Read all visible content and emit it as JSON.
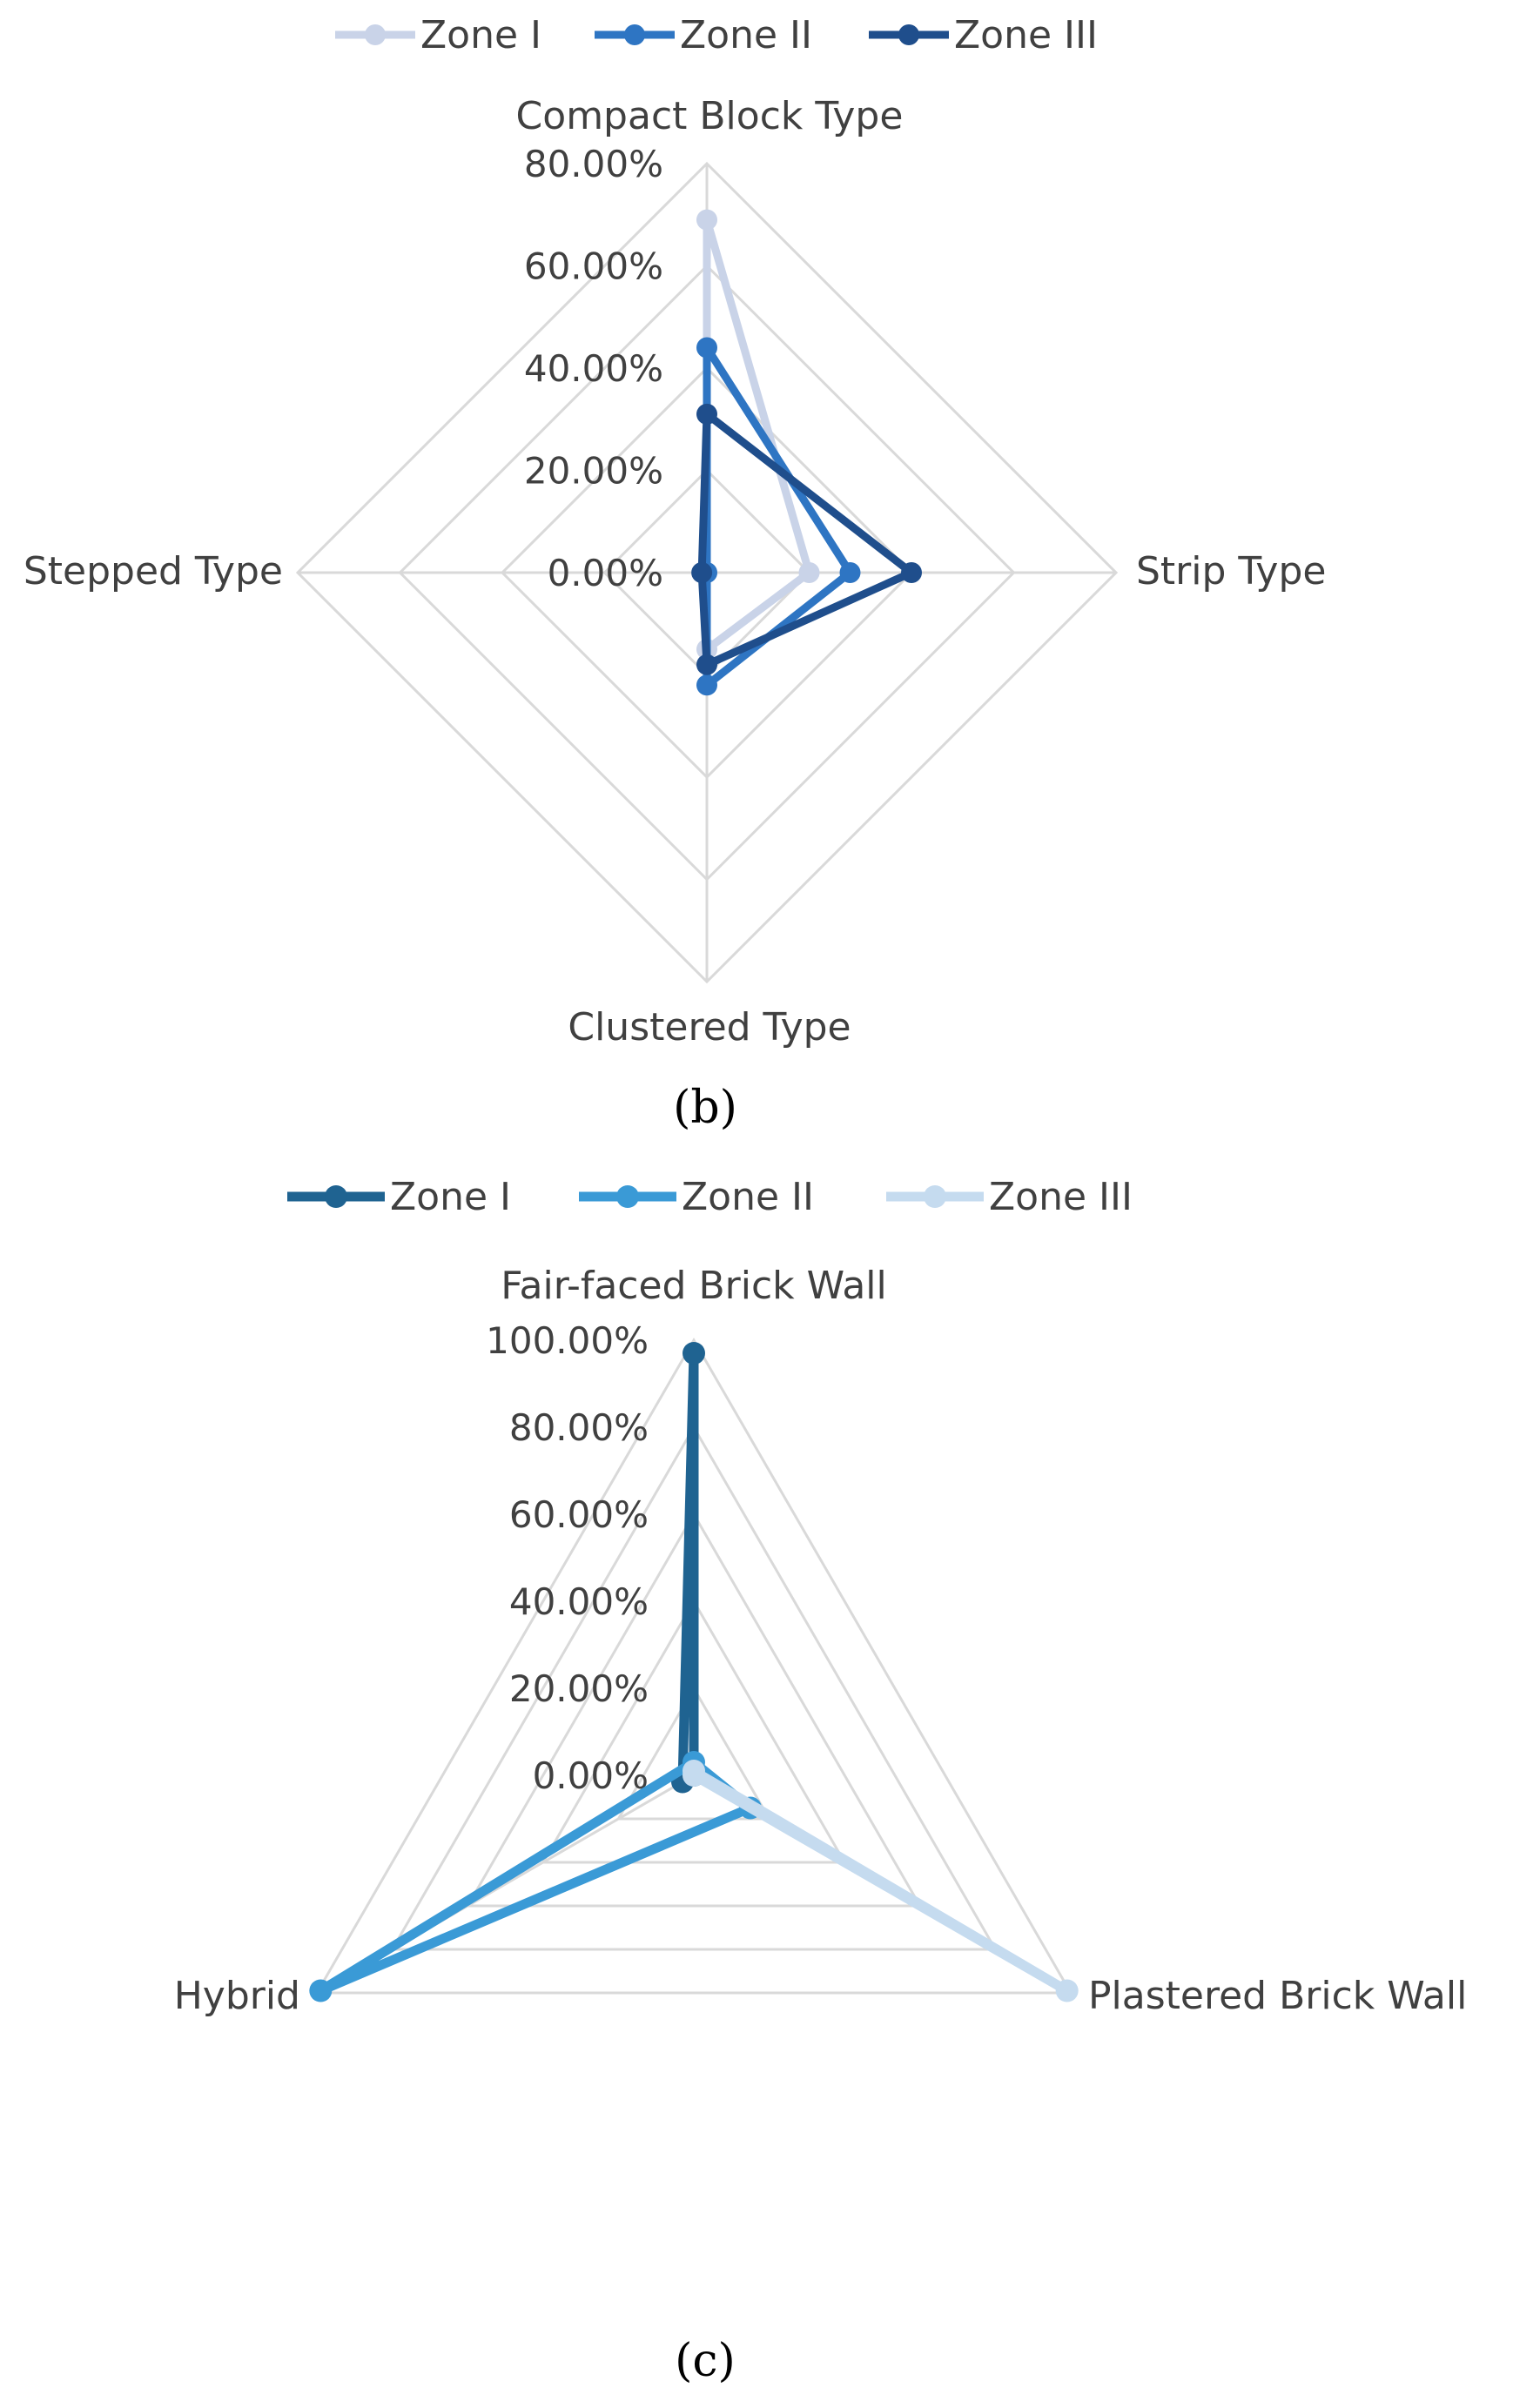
{
  "chart_data": [
    {
      "type": "radar",
      "panel_label": "(b)",
      "axes": [
        "Compact Block Type",
        "Strip Type",
        "Clustered Type",
        "Stepped Type"
      ],
      "rlim": [
        0,
        0.8
      ],
      "ticks": [
        "0.00%",
        "20.00%",
        "40.00%",
        "60.00%",
        "80.00%"
      ],
      "grid": true,
      "legend_position": "top",
      "series": [
        {
          "name": "Zone I",
          "color": "#c9d3e8",
          "values": [
            0.69,
            0.2,
            0.15,
            0.0
          ]
        },
        {
          "name": "Zone II",
          "color": "#2e75c3",
          "values": [
            0.44,
            0.28,
            0.22,
            0.0
          ]
        },
        {
          "name": "Zone III",
          "color": "#1f4e8c",
          "values": [
            0.31,
            0.4,
            0.18,
            0.01
          ]
        }
      ]
    },
    {
      "type": "radar",
      "panel_label": "(c)",
      "axes": [
        "Fair-faced Brick Wall",
        "Plastered Brick Wall",
        "Hybrid"
      ],
      "rlim": [
        0,
        1.0
      ],
      "ticks": [
        "0.00%",
        "20.00%",
        "40.00%",
        "60.00%",
        "80.00%",
        "100.00%"
      ],
      "grid": true,
      "legend_position": "top",
      "series": [
        {
          "name": "Zone I",
          "color": "#1f6391",
          "values": [
            0.97,
            0.0,
            0.03
          ]
        },
        {
          "name": "Zone II",
          "color": "#3a9ad6",
          "values": [
            0.03,
            0.15,
            0.99
          ]
        },
        {
          "name": "Zone III",
          "color": "#c5dbef",
          "values": [
            0.01,
            0.99,
            0.0
          ]
        }
      ]
    }
  ]
}
